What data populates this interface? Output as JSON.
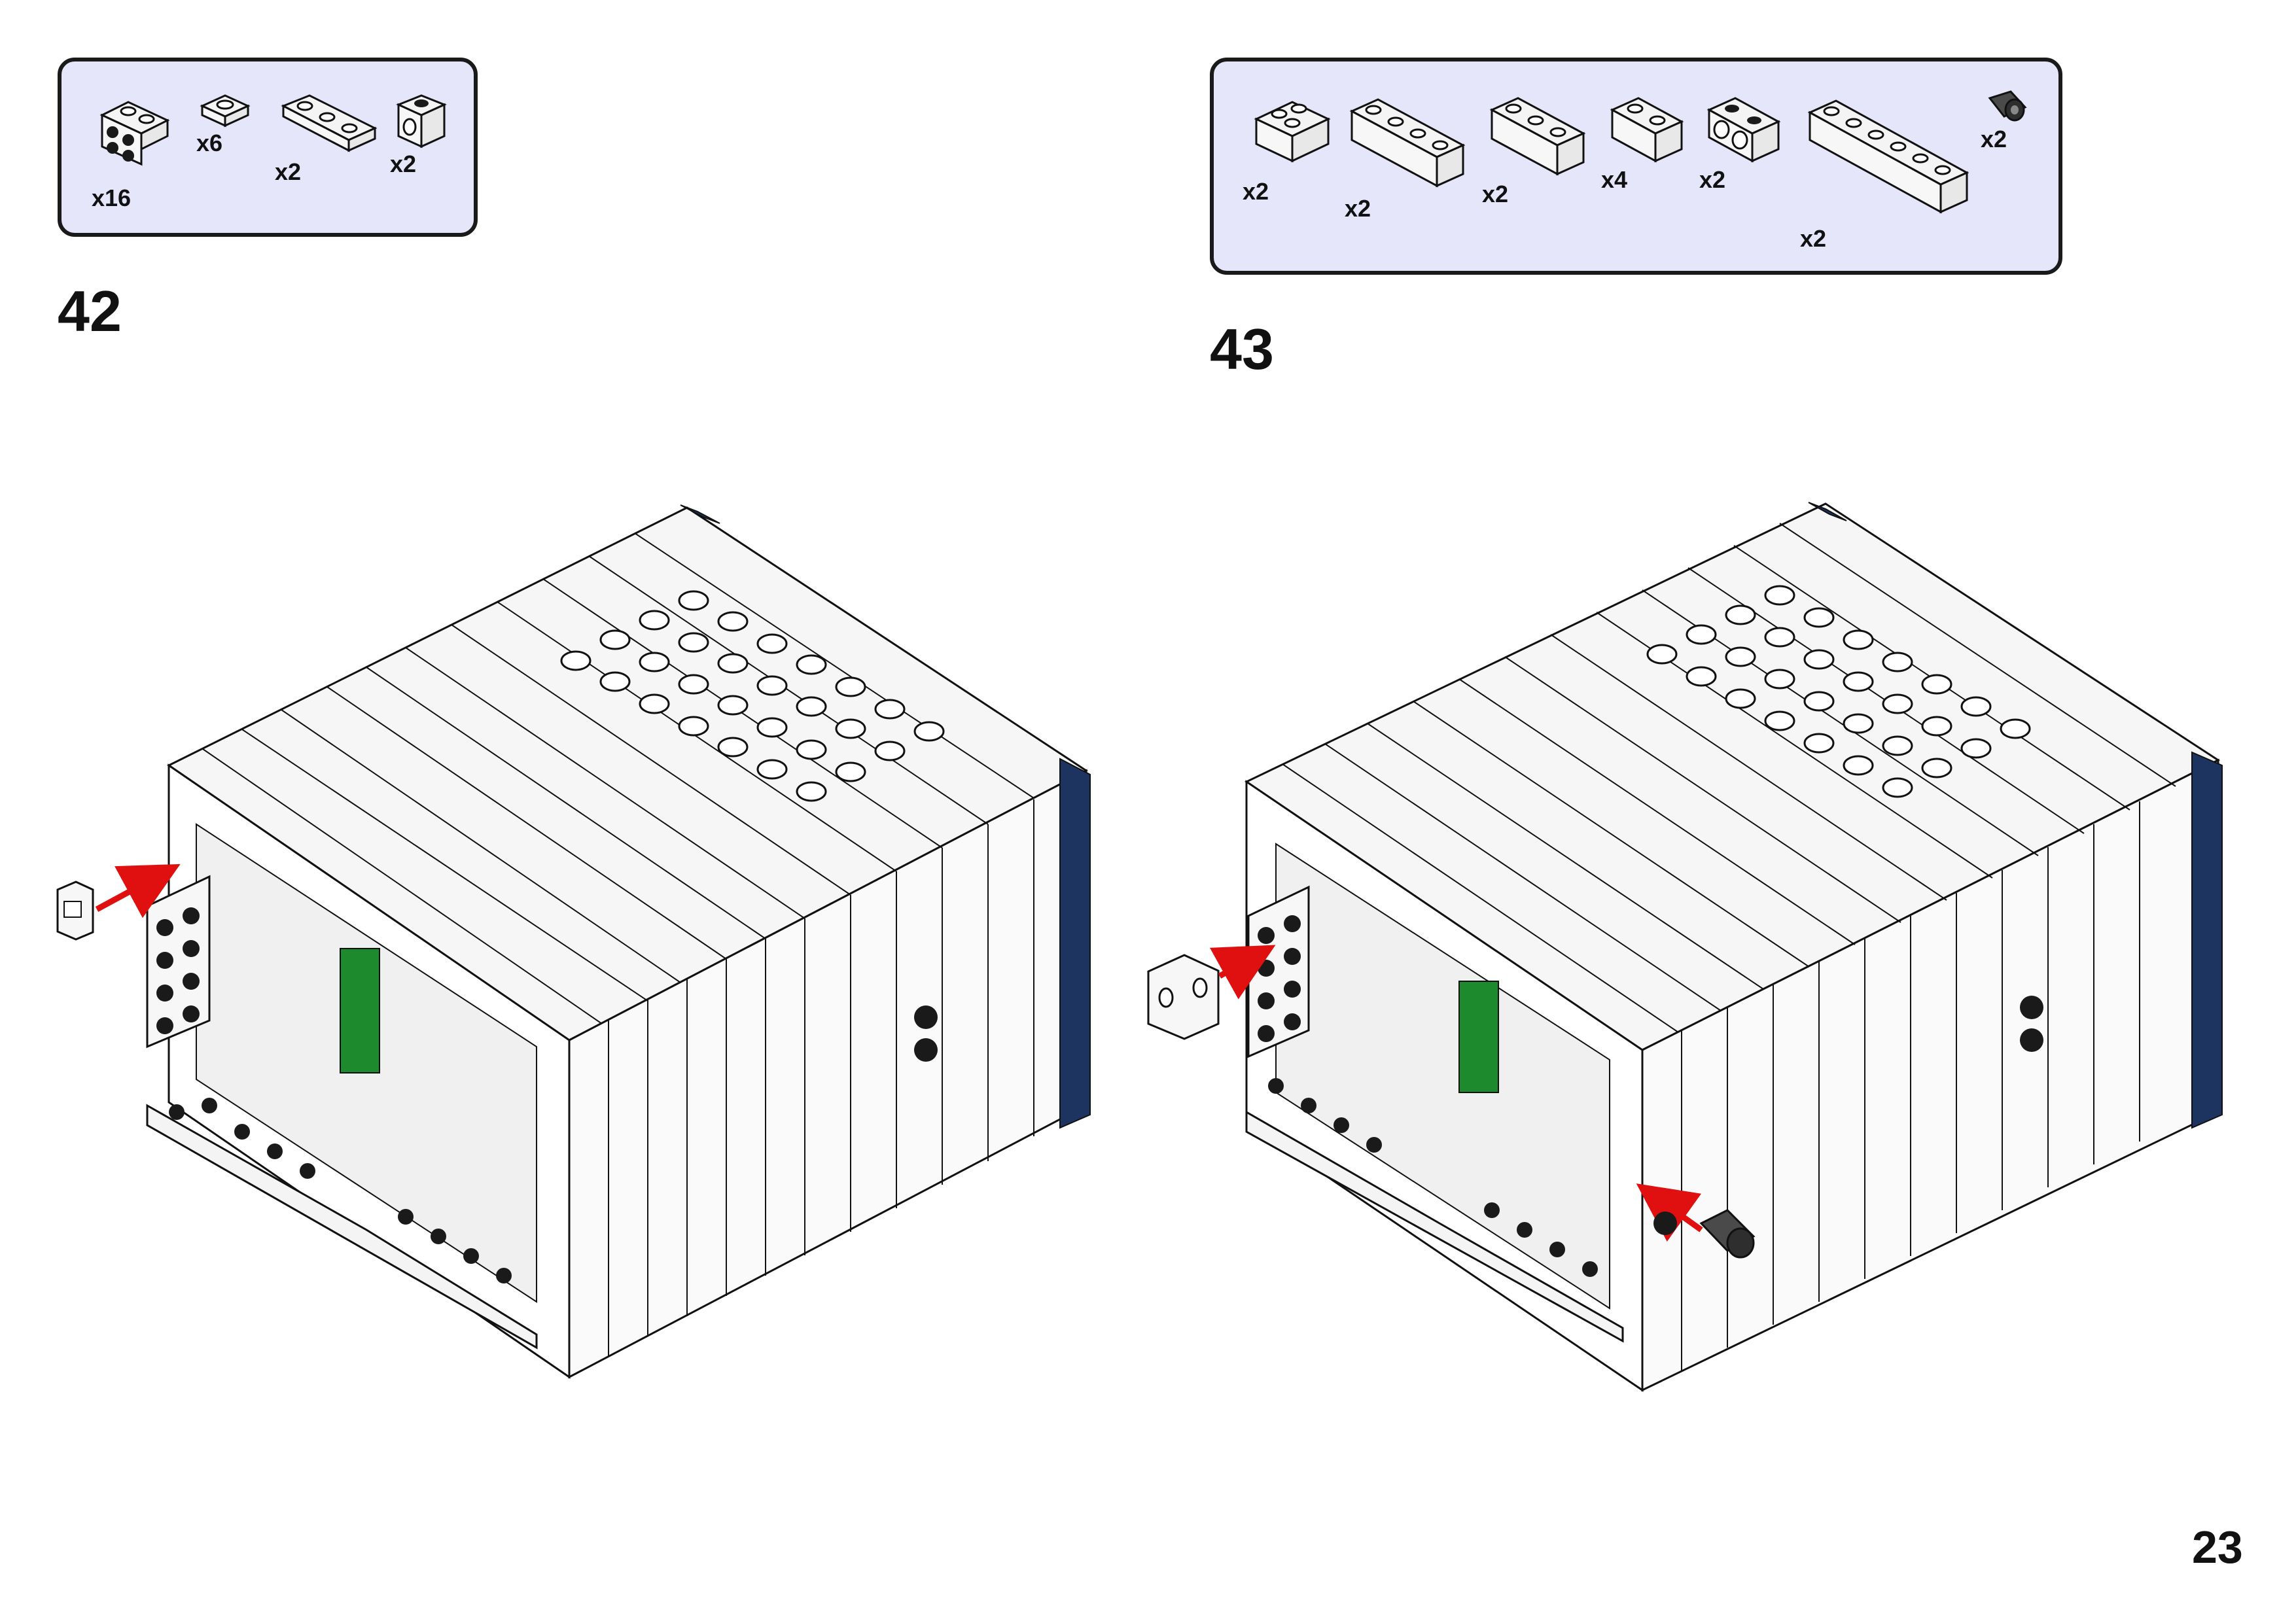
{
  "page_number": "23",
  "steps": [
    {
      "number": "42",
      "parts": [
        {
          "icon": "bracket-2x2-icon",
          "qty": "x16",
          "color": "#ffffff"
        },
        {
          "icon": "plate-1x1-icon",
          "qty": "x6",
          "color": "#ffffff"
        },
        {
          "icon": "plate-1x3-icon",
          "qty": "x2",
          "color": "#ffffff"
        },
        {
          "icon": "brick-1x1-hole-icon",
          "qty": "x2",
          "color": "#ffffff"
        }
      ]
    },
    {
      "number": "43",
      "parts": [
        {
          "icon": "brick-2x2-corner-icon",
          "qty": "x2",
          "color": "#ffffff"
        },
        {
          "icon": "brick-1x4-icon",
          "qty": "x2",
          "color": "#ffffff"
        },
        {
          "icon": "brick-1x3-icon",
          "qty": "x2",
          "color": "#ffffff"
        },
        {
          "icon": "brick-1x2-icon",
          "qty": "x4",
          "color": "#ffffff"
        },
        {
          "icon": "brick-1x2-holes-icon",
          "qty": "x2",
          "color": "#ffffff"
        },
        {
          "icon": "brick-1x6-icon",
          "qty": "x2",
          "color": "#ffffff"
        },
        {
          "icon": "technic-pin-icon",
          "qty": "x2",
          "color": "#3c3c3c"
        }
      ]
    }
  ],
  "colors": {
    "panel_background": "#e6e6fb",
    "arrow": "#e01010",
    "brick_white": "#f4f4f4",
    "stud_dark": "#1a1a1a",
    "green_panel": "#1e8a2e",
    "navy_edge": "#1d3461"
  }
}
